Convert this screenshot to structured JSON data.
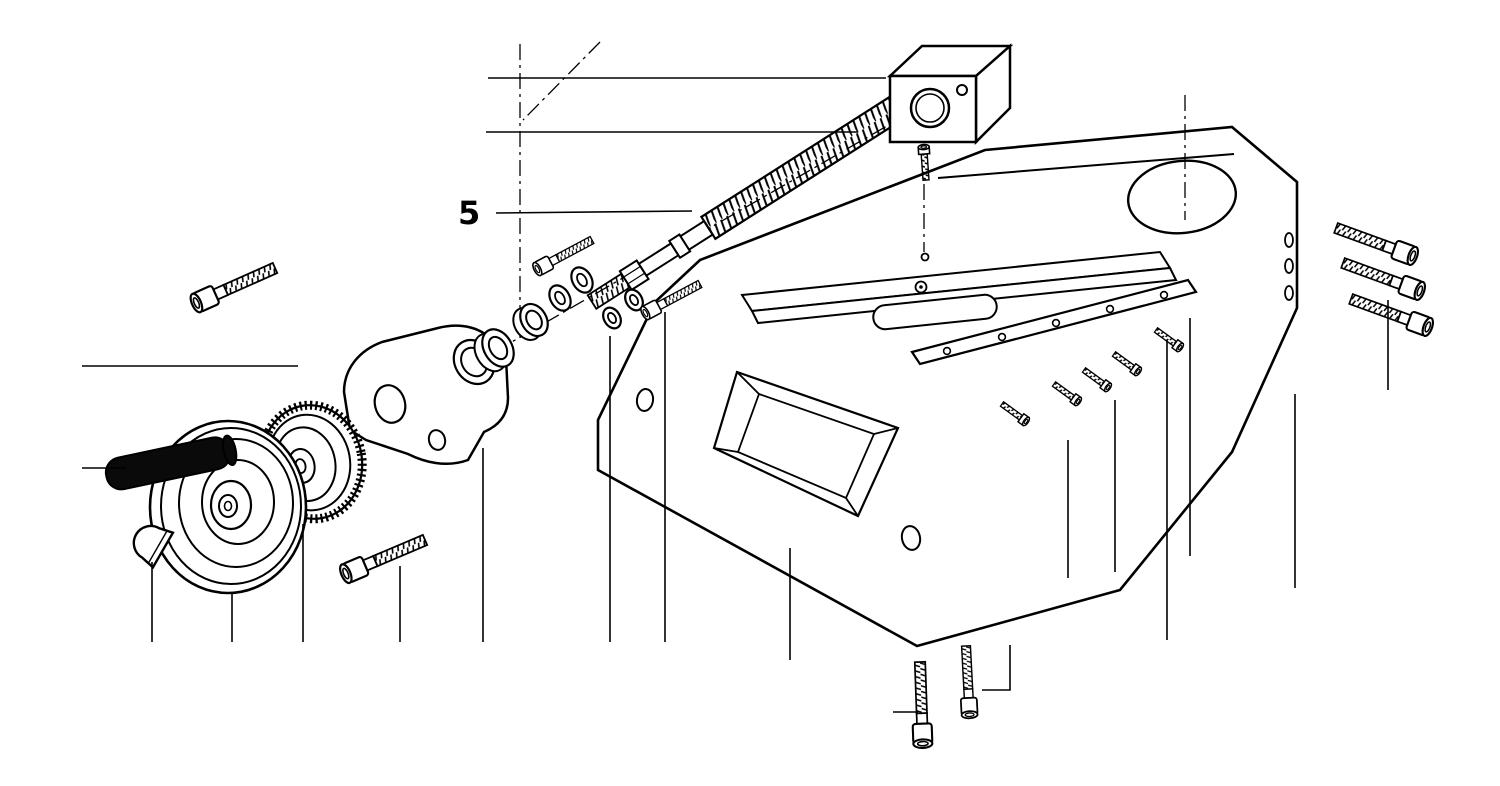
{
  "figure": {
    "type": "exploded-parts-diagram",
    "subject": "machine-vise-exploded-view",
    "callout_label": "5",
    "colors": {
      "line": "#000000",
      "background": "#ffffff",
      "handle_fill": "#0a0a0a"
    },
    "parts": [
      "vise-body",
      "lead-screw",
      "lead-screw-nut-block",
      "set-screw",
      "gib-strip",
      "gib-screws",
      "bearing-flange",
      "spacer-bushings",
      "thrust-washers",
      "graduated-dial",
      "handwheel",
      "handle-grip",
      "acorn-nut",
      "socket-head-cap-screws",
      "base-mounting-screws"
    ]
  }
}
